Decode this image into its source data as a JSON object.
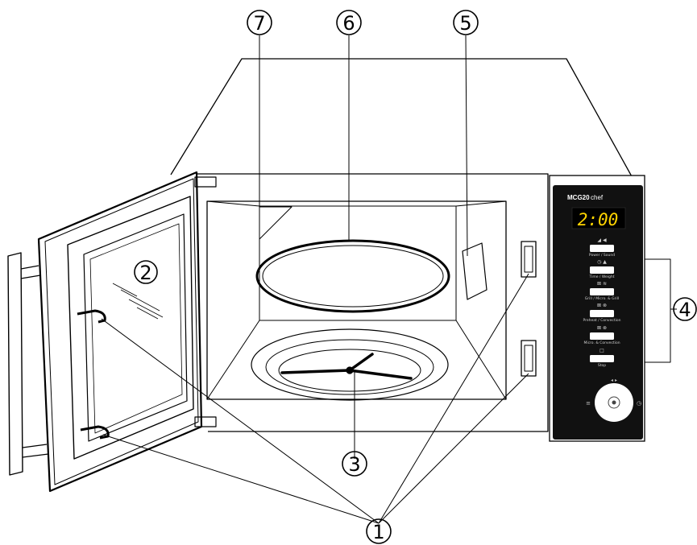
{
  "callouts": [
    {
      "id": "door-hooks",
      "number": "1"
    },
    {
      "id": "door-window",
      "number": "2"
    },
    {
      "id": "turntable-support",
      "number": "3"
    },
    {
      "id": "control-panel",
      "number": "4"
    },
    {
      "id": "waveguide-cover",
      "number": "5"
    },
    {
      "id": "glass-tray",
      "number": "6"
    },
    {
      "id": "grill-heater",
      "number": "7"
    }
  ],
  "control_panel": {
    "brand": "MCG20",
    "model": "chef",
    "display_time": "2:00",
    "buttons": [
      {
        "label": "Power / Sound"
      },
      {
        "label": "Time / Weight"
      },
      {
        "label": "Grill / Micro. & Grill"
      },
      {
        "label": "Preheat / Convection"
      },
      {
        "label": "Micro. & Convection"
      },
      {
        "label": "Stop"
      }
    ]
  },
  "colors": {
    "line": "#000000",
    "panel": "#111111",
    "display": "#ffd400",
    "background": "#ffffff"
  }
}
